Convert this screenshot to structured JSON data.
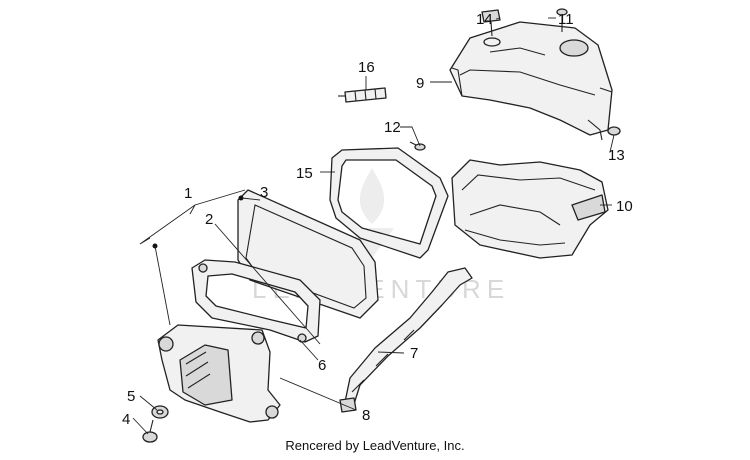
{
  "watermark": {
    "text": "LEADVENTURE"
  },
  "credit": "Rencered by LeadVenture, Inc.",
  "callouts": {
    "c1": "1",
    "c2": "2",
    "c3": "3",
    "c4": "4",
    "c5": "5",
    "c6": "6",
    "c7": "7",
    "c8": "8",
    "c9": "9",
    "c10": "10",
    "c11": "11",
    "c12": "12",
    "c13": "13",
    "c14": "14",
    "c15": "15",
    "c16": "16"
  }
}
